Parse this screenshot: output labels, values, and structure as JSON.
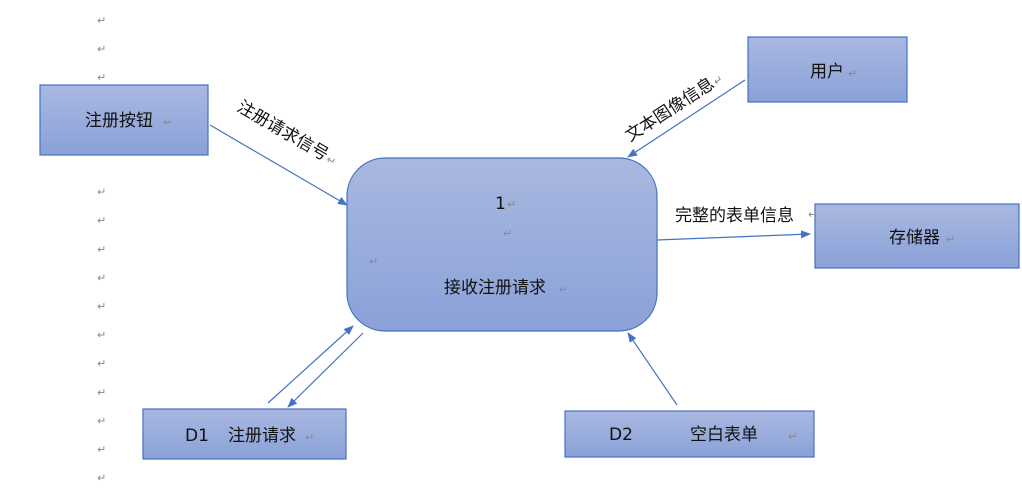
{
  "return_mark": "↵",
  "process": {
    "number": "1",
    "label": "接收注册请求"
  },
  "entities": {
    "register_button": "注册按钮",
    "user": "用户",
    "storage": "存储器",
    "d1": {
      "id": "D1",
      "label": "注册请求"
    },
    "d2": {
      "id": "D2",
      "label": "空白表单"
    }
  },
  "flows": {
    "register_signal": "注册请求信号",
    "text_image_info": "文本图像信息",
    "complete_form_info": "完整的表单信息"
  },
  "colors": {
    "border": "#4472c4",
    "fill_top": "#a9b8e0",
    "fill_bottom": "#8aa1d8"
  }
}
